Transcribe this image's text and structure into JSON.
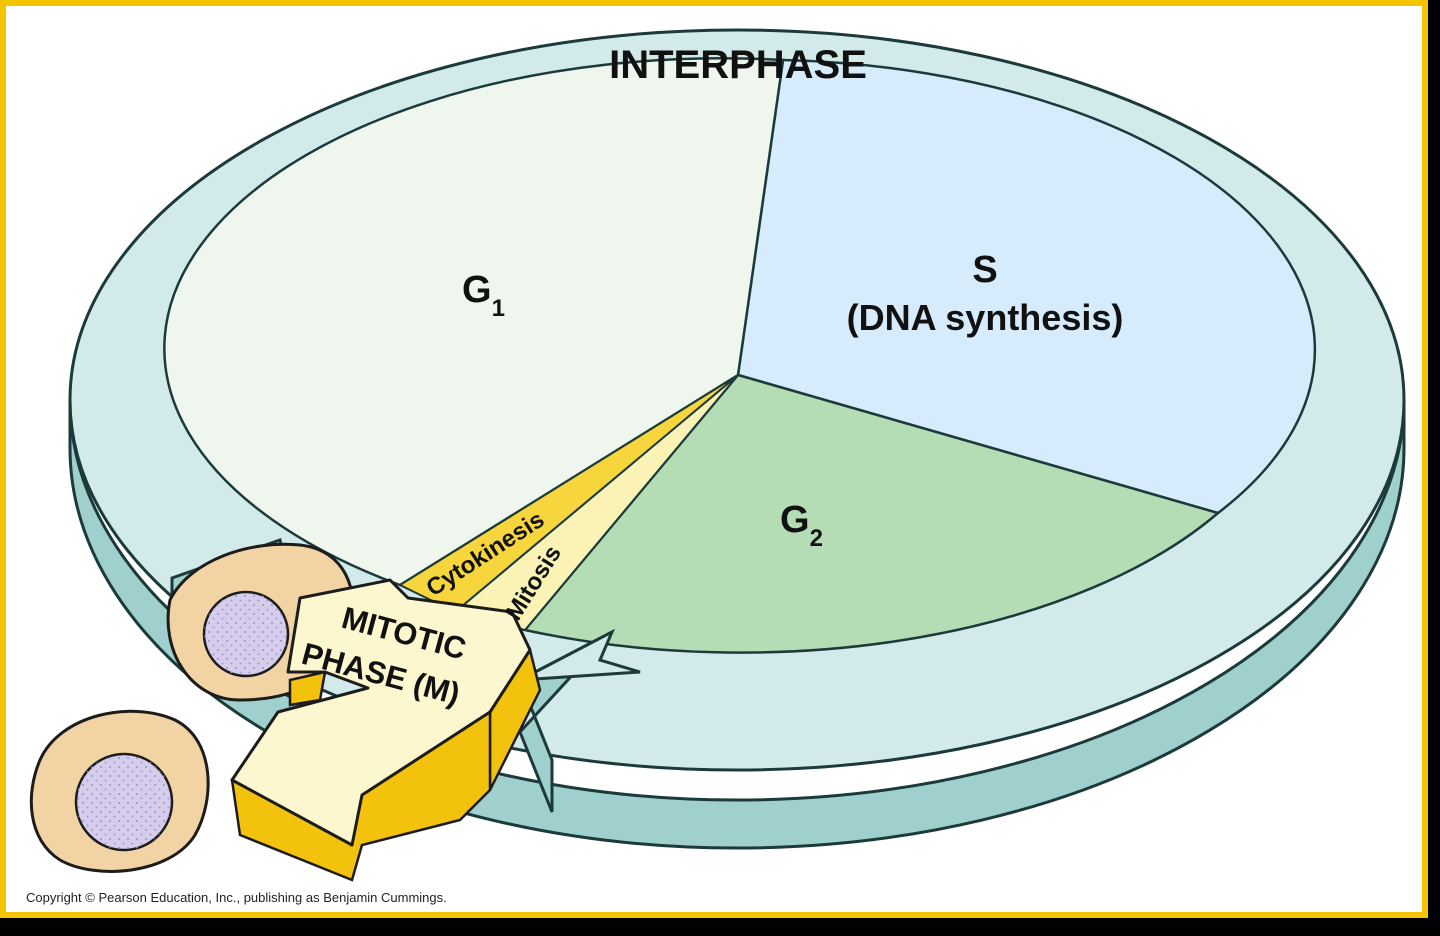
{
  "title": "INTERPHASE",
  "phases": {
    "g1": {
      "letter": "G",
      "subscript": "1"
    },
    "s": {
      "letter": "S",
      "description": "(DNA synthesis)"
    },
    "g2": {
      "letter": "G",
      "subscript": "2"
    }
  },
  "mitotic": {
    "cytokinesis": "Cytokinesis",
    "mitosis": "Mitosis",
    "phase_line1": "MITOTIC",
    "phase_line2": "PHASE (M)"
  },
  "copyright": "Copyright © Pearson Education, Inc., publishing as Benjamin Cummings.",
  "colors": {
    "frame": "#F5C400",
    "ring_top": "#D3EAEA",
    "ring_side": "#9FD0CE",
    "g1": "#EEF6EE",
    "s": "#D6EBFB",
    "g2": "#B5DDB5",
    "cytokinesis": "#F7D53C",
    "mitosis": "#FBF3B5",
    "arrow_face": "#FDF7CF",
    "arrow_side": "#F2C20C",
    "cell_body": "#F2D3A4",
    "cell_nucleus": "#D6CDEC"
  }
}
